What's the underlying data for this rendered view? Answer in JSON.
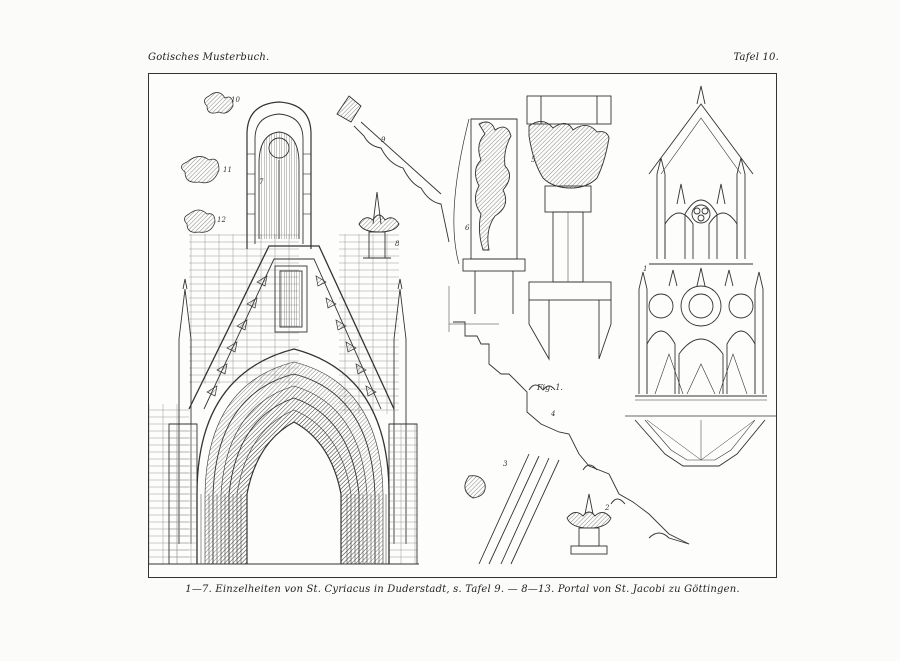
{
  "header": {
    "left": "Gotisches Musterbuch.",
    "right": "Tafel 10."
  },
  "caption": "1—7. Einzelheiten von St. Cyriacus in Duderstadt, s. Tafel 9. — 8—13. Portal von St. Jacobi zu Göttingen.",
  "figures": {
    "n10": "10",
    "n11": "11",
    "n12": "12",
    "n9": "9",
    "n8": "8",
    "n7": "7",
    "n6": "6",
    "n5": "5",
    "n4": "4",
    "n3": "3",
    "n2": "2",
    "n1": "1",
    "fig1": "Fig. 1."
  }
}
